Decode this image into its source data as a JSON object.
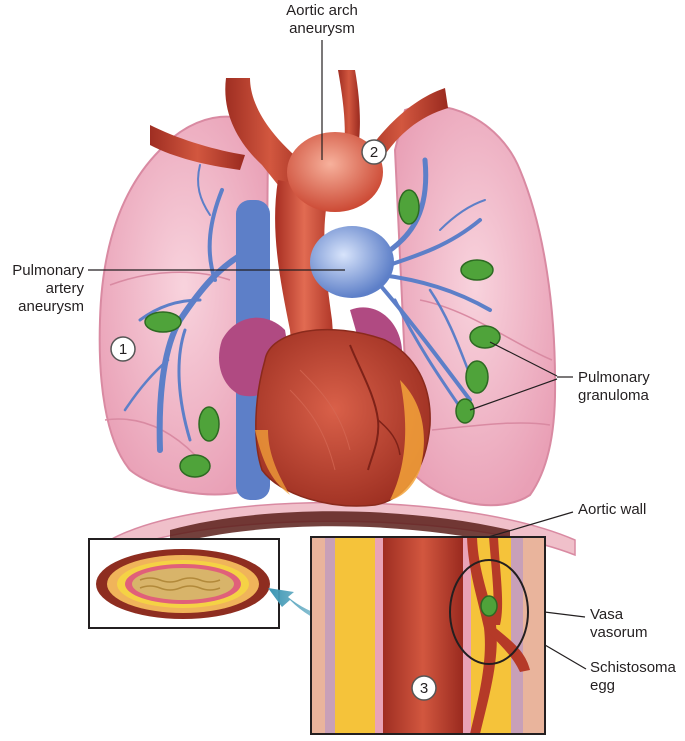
{
  "labels": {
    "aortic_arch": [
      "Aortic arch",
      "aneurysm"
    ],
    "pulmonary_artery": [
      "Pulmonary",
      "artery",
      "aneurysm"
    ],
    "pulmonary_granuloma": [
      "Pulmonary",
      "granuloma"
    ],
    "aortic_wall": [
      "Aortic wall"
    ],
    "vasa_vasorum": [
      "Vasa",
      "vasorum"
    ],
    "schistosoma_egg": [
      "Schistosoma",
      "egg"
    ]
  },
  "markers": {
    "m1": "1",
    "m2": "2",
    "m3": "3"
  },
  "colors": {
    "lung": "#f2b6c6",
    "lung_edge": "#d98aa2",
    "aorta": "#c9412e",
    "pulmonary_artery": "#5d7fc8",
    "granuloma": "#4fa33a",
    "heart": "#b9402c",
    "atrium": "#b04a82",
    "fat": "#f5c33a",
    "arrow": "#3a95b3"
  }
}
